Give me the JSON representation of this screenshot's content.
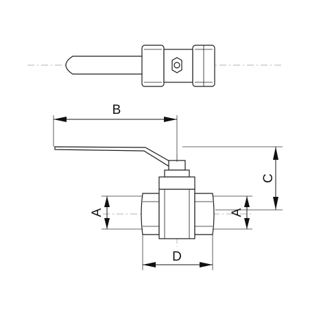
{
  "labels": {
    "B": "B",
    "C": "C",
    "A_left": "A",
    "A_right": "A",
    "D": "D"
  }
}
